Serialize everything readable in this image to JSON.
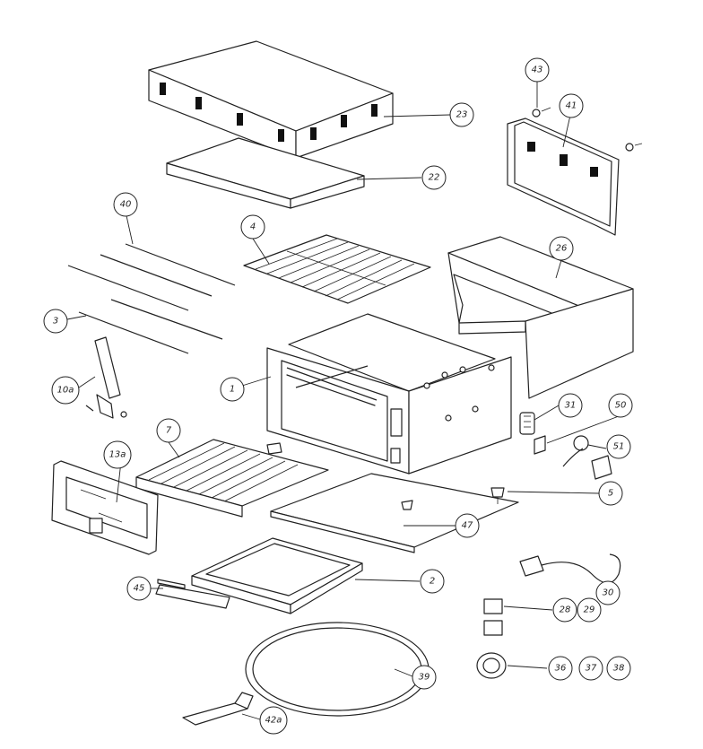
{
  "callouts": [
    {
      "id": "c1",
      "label": "1"
    },
    {
      "id": "c2",
      "label": "2"
    },
    {
      "id": "c3",
      "label": "3"
    },
    {
      "id": "c4",
      "label": "4"
    },
    {
      "id": "c5",
      "label": "5"
    },
    {
      "id": "c7",
      "label": "7"
    },
    {
      "id": "c10a",
      "label": "10a"
    },
    {
      "id": "c13a",
      "label": "13a"
    },
    {
      "id": "c22",
      "label": "22"
    },
    {
      "id": "c23",
      "label": "23"
    },
    {
      "id": "c26",
      "label": "26"
    },
    {
      "id": "c28",
      "label": "28"
    },
    {
      "id": "c29",
      "label": "29"
    },
    {
      "id": "c30",
      "label": "30"
    },
    {
      "id": "c31",
      "label": "31"
    },
    {
      "id": "c36",
      "label": "36"
    },
    {
      "id": "c37",
      "label": "37"
    },
    {
      "id": "c38",
      "label": "38"
    },
    {
      "id": "c39",
      "label": "39"
    },
    {
      "id": "c40",
      "label": "40"
    },
    {
      "id": "c41",
      "label": "41"
    },
    {
      "id": "c42a",
      "label": "42a"
    },
    {
      "id": "c43",
      "label": "43"
    },
    {
      "id": "c45",
      "label": "45"
    },
    {
      "id": "c47",
      "label": "47"
    },
    {
      "id": "c50",
      "label": "50"
    },
    {
      "id": "c51",
      "label": "51"
    }
  ]
}
